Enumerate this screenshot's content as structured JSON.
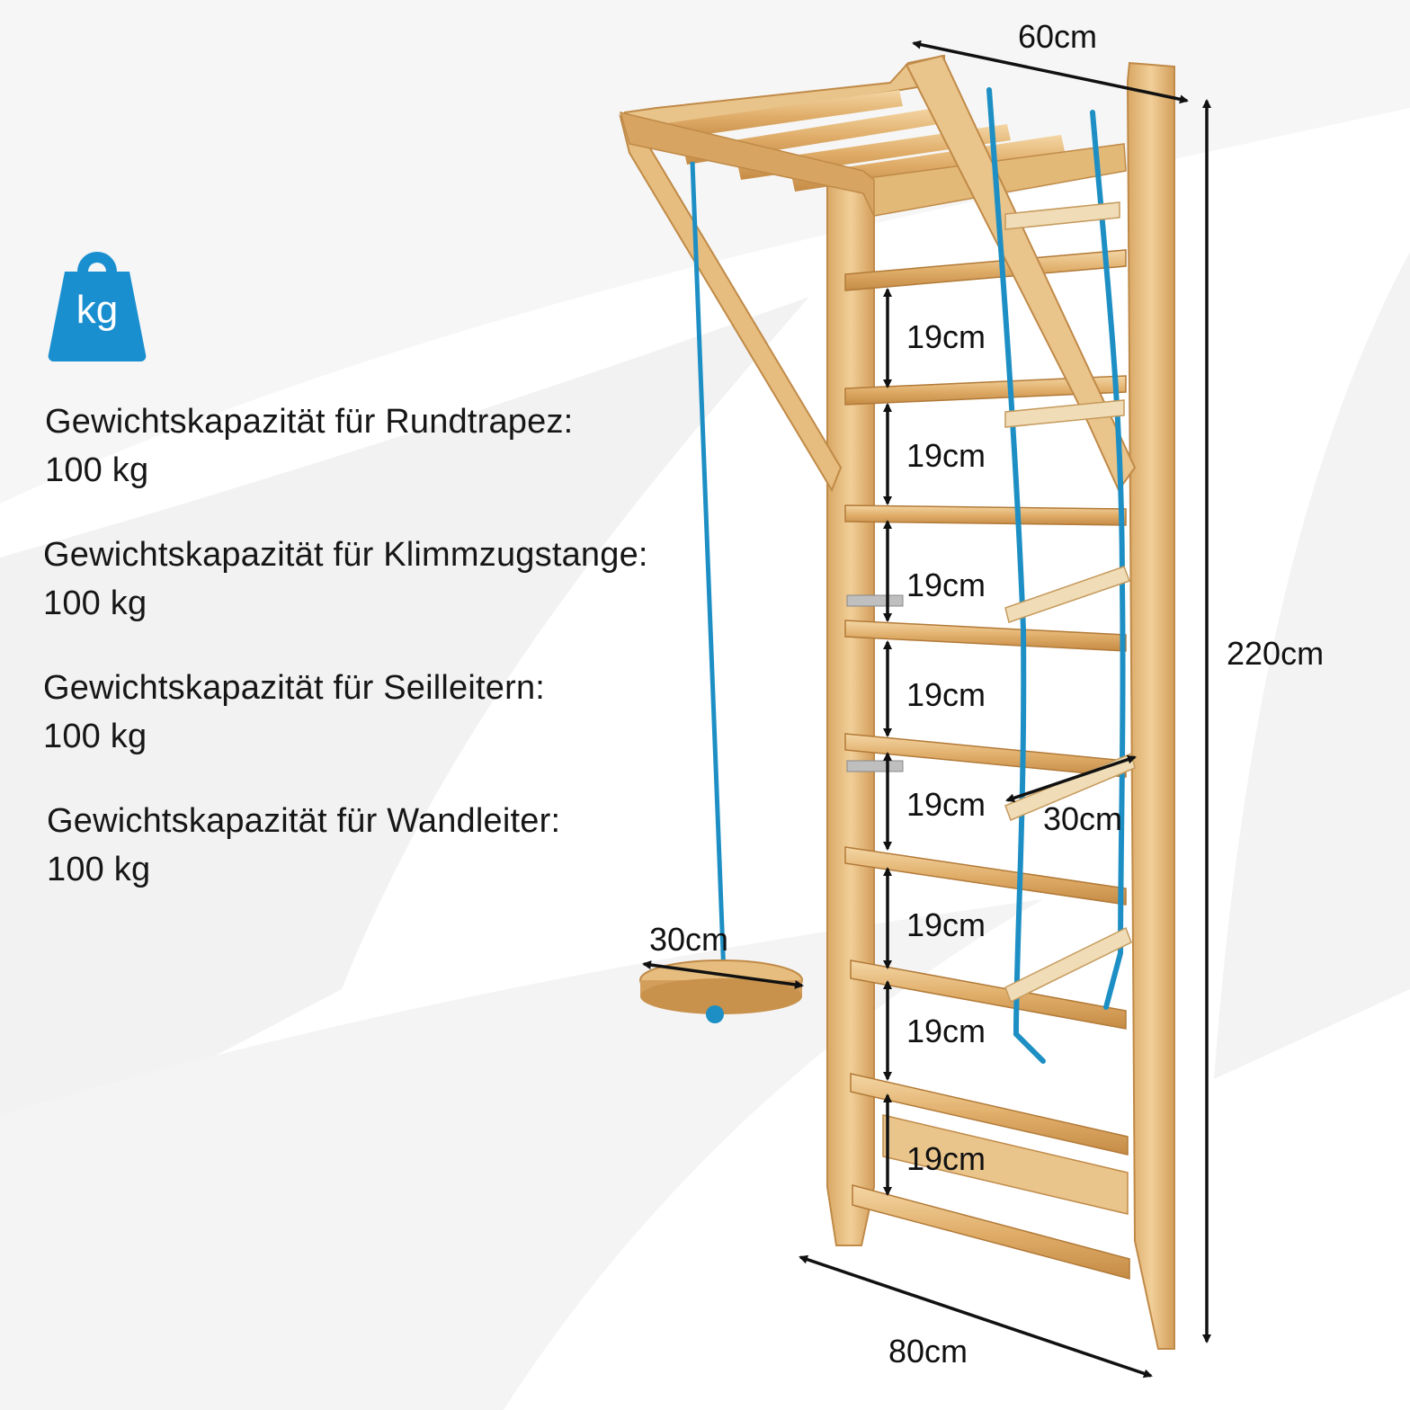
{
  "badge": {
    "icon": "weight-kg-icon",
    "text": "kg",
    "color": "#1a8fd0"
  },
  "specs": [
    {
      "label": "Gewichtskapazität für Rundtrapez:",
      "value": "100 kg"
    },
    {
      "label": "Gewichtskapazität für Klimmzugstange:",
      "value": "100 kg"
    },
    {
      "label": "Gewichtskapazität für Seilleitern:",
      "value": "100 kg"
    },
    {
      "label": "Gewichtskapazität für Wandleiter:",
      "value": "100 kg"
    }
  ],
  "dimensions": {
    "top_depth": "60cm",
    "height": "220cm",
    "width": "80cm",
    "swing_diameter": "30cm",
    "rope_ladder_width": "30cm",
    "rung_spacing": [
      "19cm",
      "19cm",
      "19cm",
      "19cm",
      "19cm",
      "19cm",
      "19cm",
      "19cm"
    ]
  },
  "colors": {
    "wood": "#e6bd7e",
    "wood_dark": "#c8914c",
    "rope": "#1d8fc4",
    "arrow": "#111111"
  }
}
